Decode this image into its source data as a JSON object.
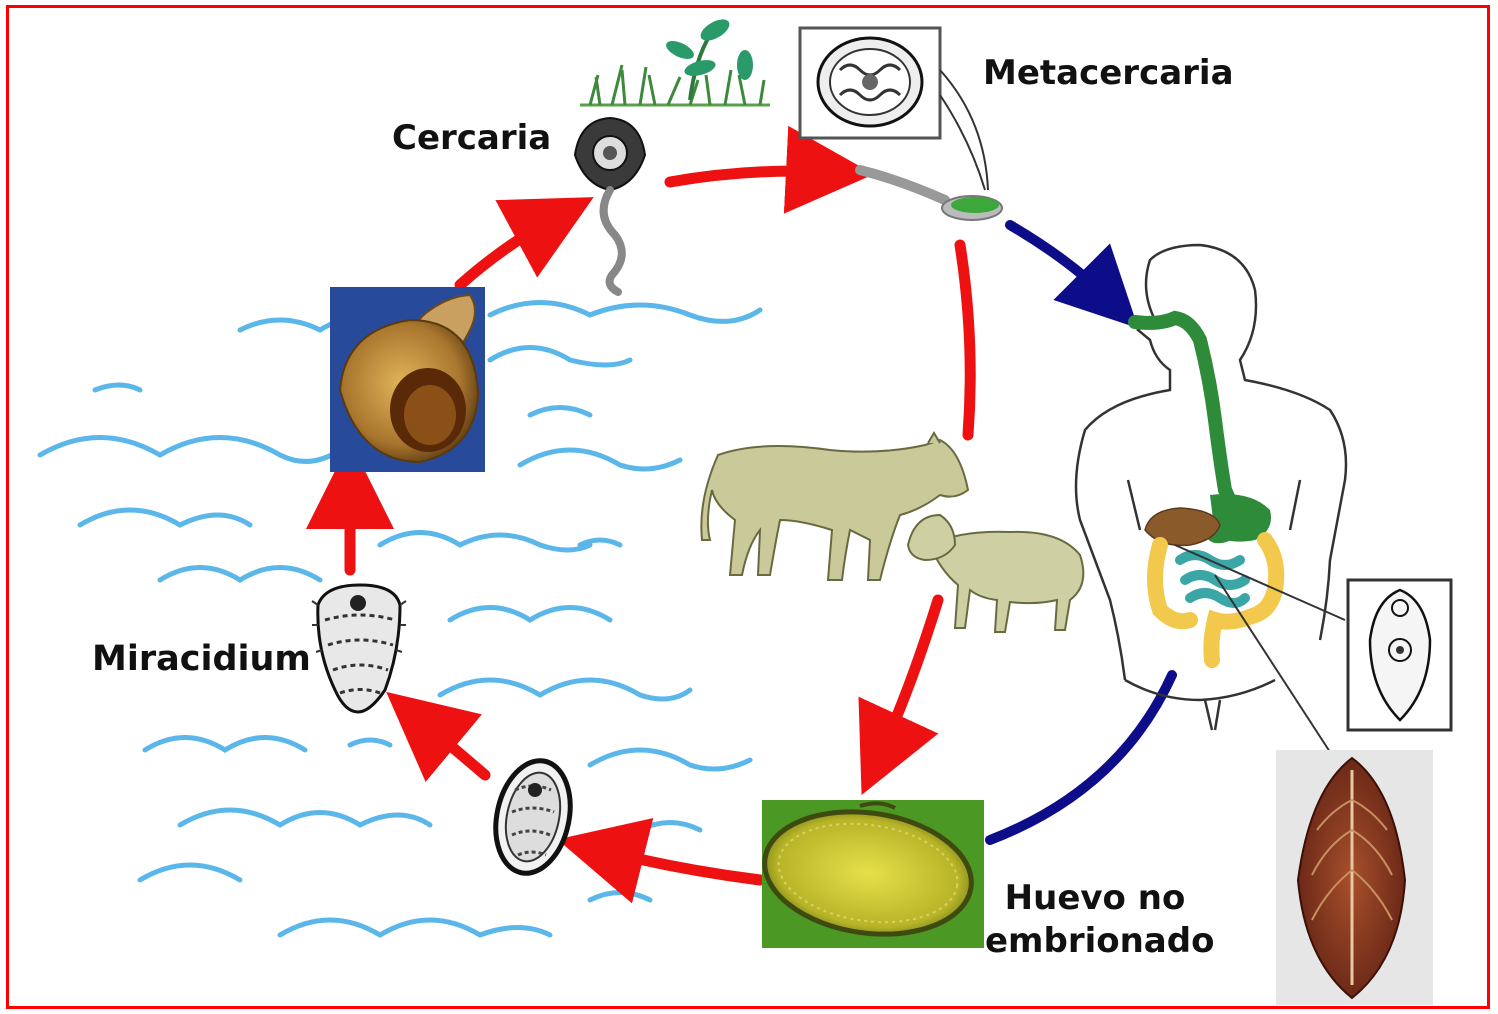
{
  "labels": {
    "cercaria": "Cercaria",
    "metacercaria": "Metacercaria",
    "miracidium": "Miracidium",
    "huevo_line1": "Huevo no",
    "huevo_line2": "embrionado"
  },
  "colors": {
    "frame": "#ff0000",
    "red_arrow": "#ee1111",
    "blue_arrow": "#0d0d8a",
    "water": "#5bb6ea",
    "digestive_green": "#2e8b3a",
    "liver_brown": "#8b5a2b",
    "intestine_yellow": "#f2c94c",
    "small_intestine_teal": "#3aa6a6",
    "animal_fill": "#c9c99a",
    "snail_bg": "#1f3f8f",
    "egg_bg": "#5ba82c"
  },
  "icons": [
    "cercaria-icon",
    "metacercaria-icon",
    "spoon-icon",
    "plant-icon",
    "snail-icon",
    "miracidium-icon",
    "embryonated-egg-icon",
    "unembryonated-egg-icon",
    "cow-icon",
    "sheep-icon",
    "human-icon",
    "adult-fluke-icon",
    "immature-fluke-icon"
  ]
}
